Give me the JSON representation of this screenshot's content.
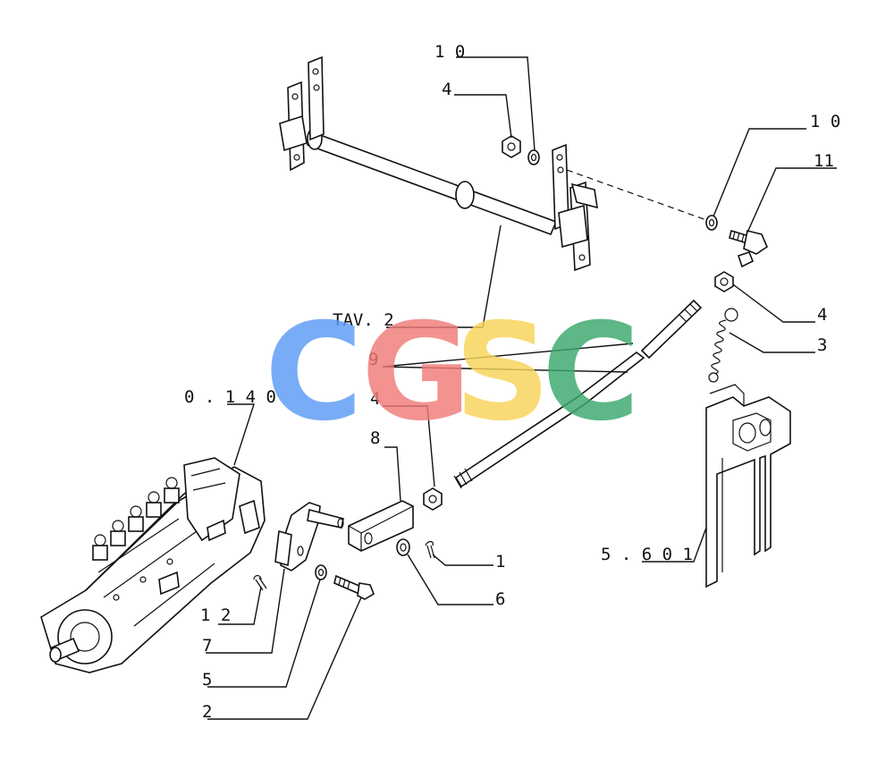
{
  "callouts": {
    "c10_top": "1 0",
    "c4_top": "4",
    "c10_right": "1 0",
    "c11": "11",
    "c4_right": "4",
    "c3": "3",
    "tav2": "TAV. 2",
    "c9": "9",
    "c4_mid": "4",
    "c8": "8",
    "c0140": "0 . 1 4 0",
    "c1": "1",
    "c6": "6",
    "c5601": "5 . 6 0 1",
    "c12": "1 2",
    "c7": "7",
    "c5": "5",
    "c2": "2"
  },
  "watermark": {
    "letters": [
      "C",
      "G",
      "S",
      "C"
    ],
    "colors": [
      "#5b9bf5",
      "#f07c78",
      "#f8d458",
      "#3aa86c"
    ]
  }
}
